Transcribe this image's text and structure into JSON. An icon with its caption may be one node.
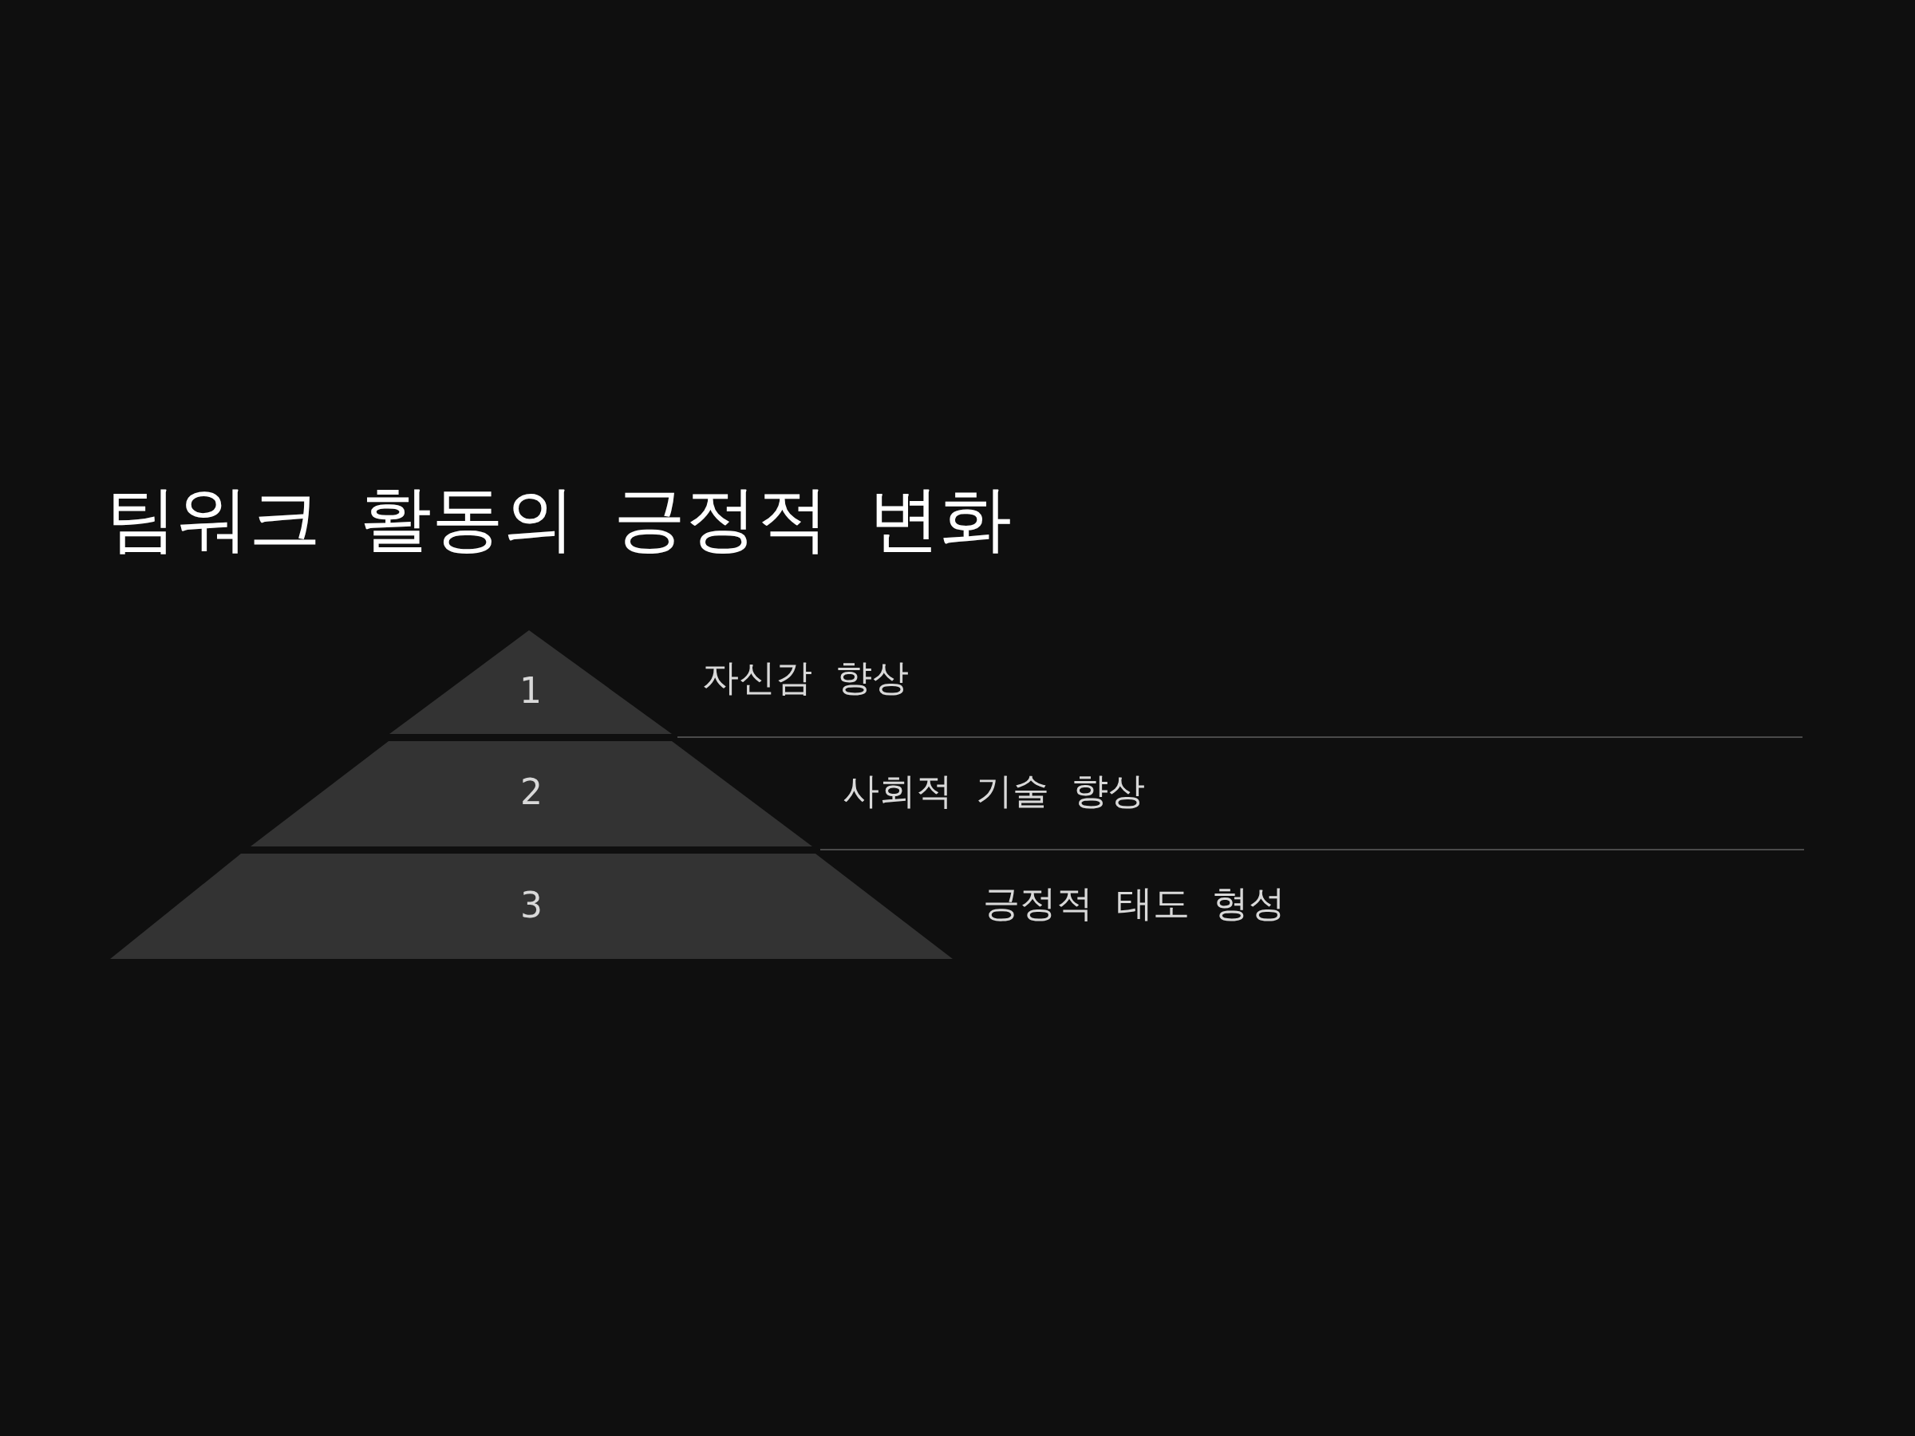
{
  "diagram": {
    "title": "팀워크 활동의 긍정적 변화",
    "nodes": [
      {
        "text": [
          "1"
        ],
        "beside": [
          "자신감 향상"
        ]
      },
      {
        "text": [
          "2"
        ],
        "beside": [
          "사회적 기술 향상"
        ]
      },
      {
        "text": [
          "3"
        ],
        "beside": [
          "긍정적 태도 형성"
        ]
      }
    ]
  }
}
